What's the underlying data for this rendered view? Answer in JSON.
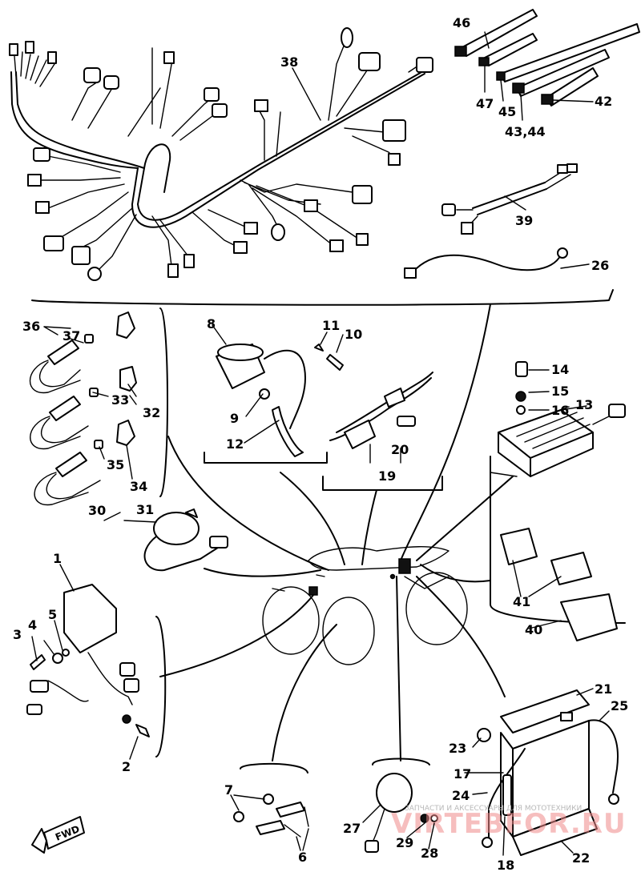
{
  "callouts": {
    "c1": "1",
    "c2": "2",
    "c3": "3",
    "c4": "4",
    "c5": "5",
    "c6": "6",
    "c7": "7",
    "c8": "8",
    "c9": "9",
    "c10": "10",
    "c11": "11",
    "c12": "12",
    "c13": "13",
    "c14": "14",
    "c15": "15",
    "c16": "16",
    "c17": "17",
    "c18": "18",
    "c19": "19",
    "c20": "20",
    "c21": "21",
    "c22": "22",
    "c23": "23",
    "c24": "24",
    "c25": "25",
    "c26": "26",
    "c27": "27",
    "c28": "28",
    "c29": "29",
    "c30": "30",
    "c31": "31",
    "c32": "32",
    "c33": "33",
    "c34": "34",
    "c35": "35",
    "c36": "36",
    "c37": "37",
    "c38": "38",
    "c39": "39",
    "c40": "40",
    "c41": "41",
    "c42": "42",
    "c43_44": "43,44",
    "c45": "45",
    "c46": "46",
    "c47": "47"
  },
  "direction_label": "FWD",
  "watermark": {
    "main": "VIRTEBFOR.RU",
    "sub": "ЗАПЧАСТИ И АКСЕССУАРЫ ДЛЯ МОТОТЕХНИКИ"
  },
  "colors": {
    "line": "#000000",
    "background": "#ffffff",
    "watermark": "#f08a8a"
  }
}
